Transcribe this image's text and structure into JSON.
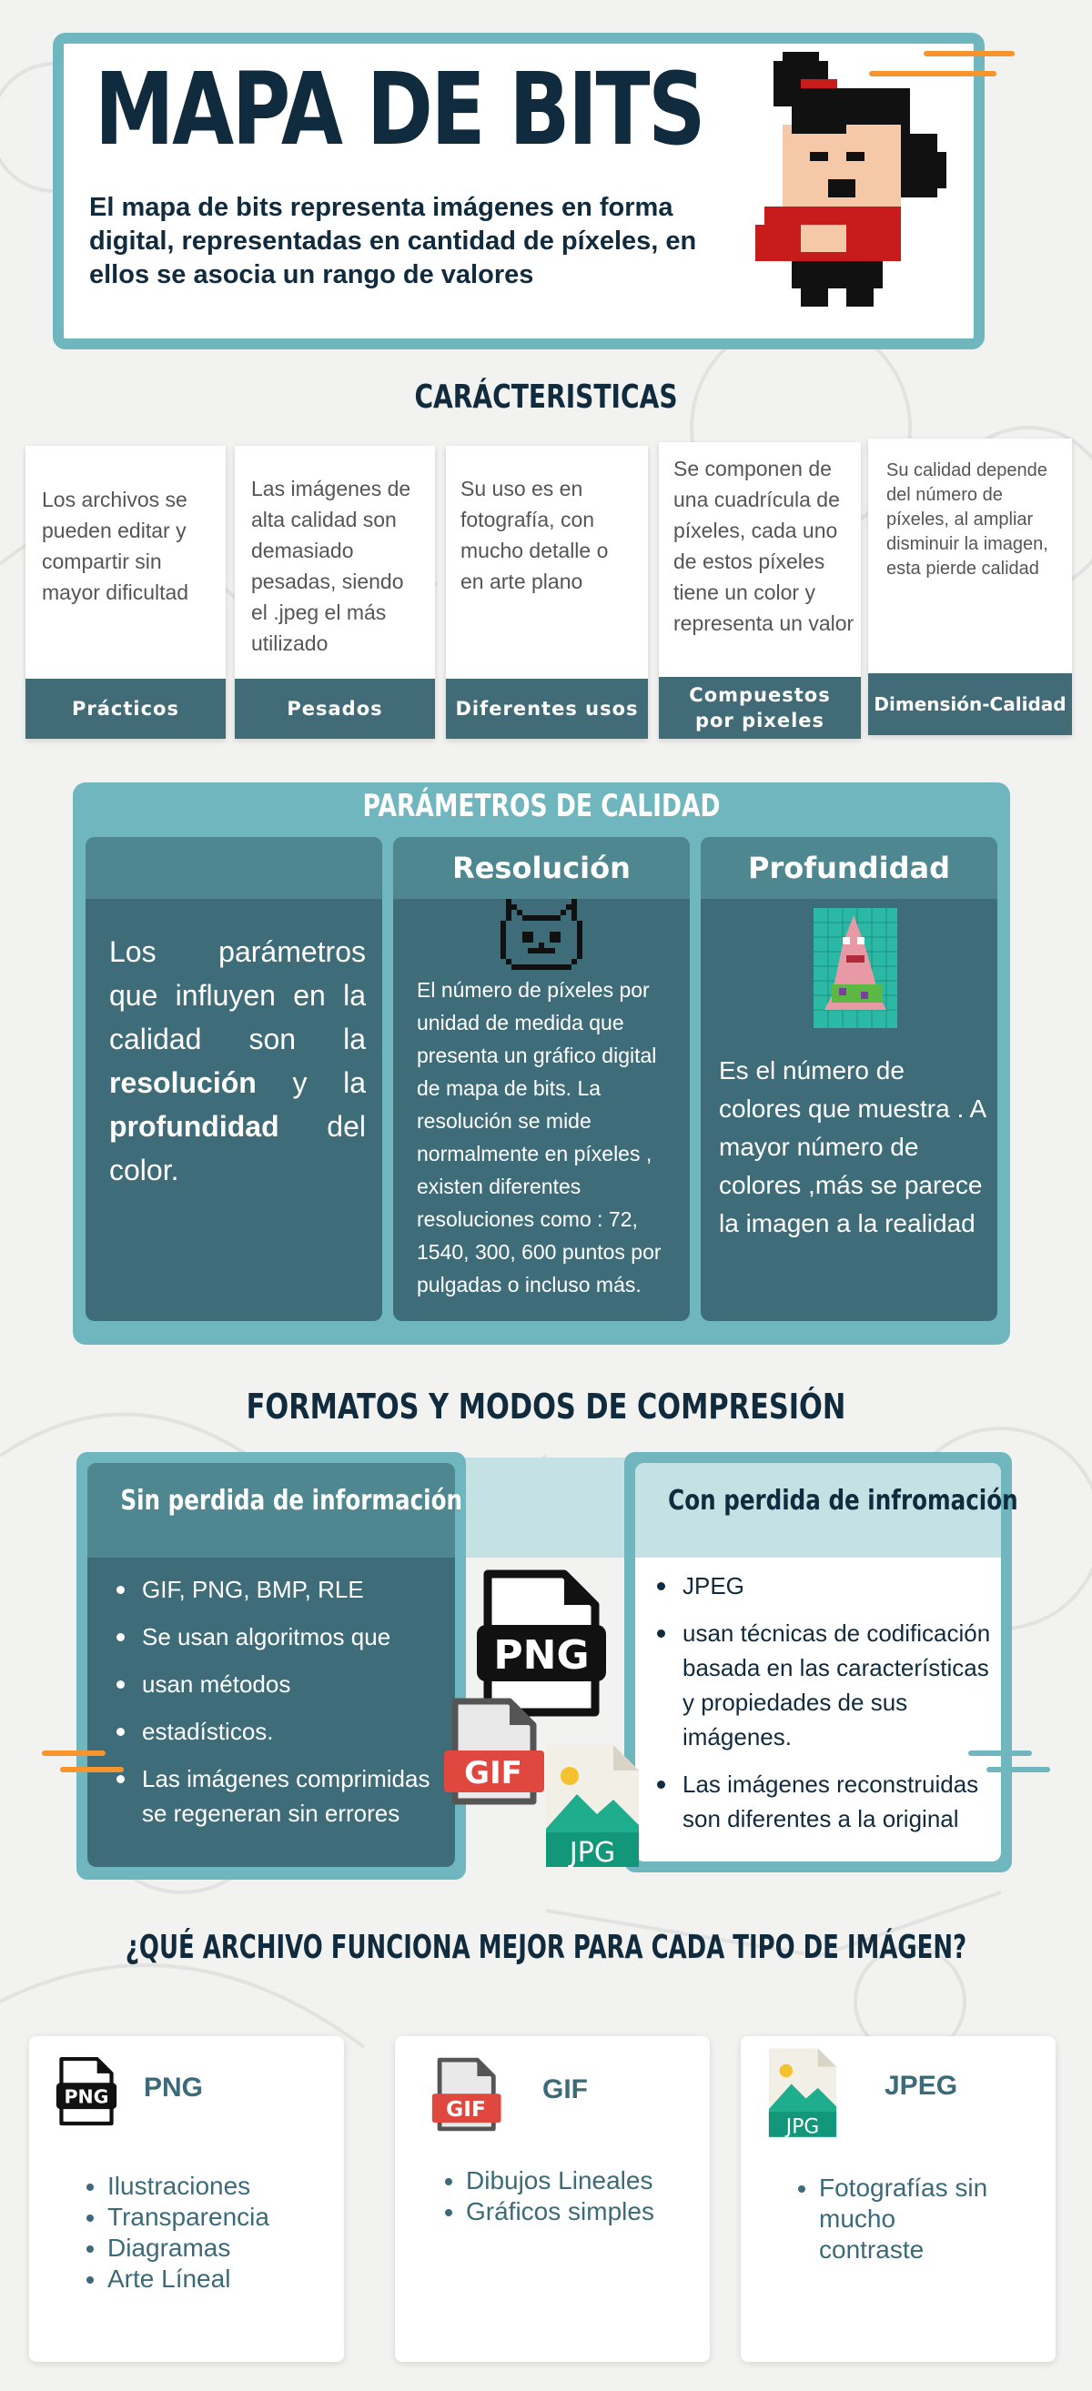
{
  "header": {
    "title": "MAPA DE BITS",
    "description": "El mapa de bits representa imágenes en forma digital, representadas en cantidad de píxeles, en ellos se asocia un rango de valores"
  },
  "characteristics": {
    "title": "CARÁCTERISTICAS",
    "cards": [
      {
        "text": "Los archivos se pueden editar y compartir sin mayor dificultad",
        "label": "Prácticos"
      },
      {
        "text": "Las imágenes de alta calidad son demasiado pesadas, siendo el .jpeg el más utilizado",
        "label": "Pesados"
      },
      {
        "text": "Su uso es en fotografía, con mucho detalle o en arte plano",
        "label": "Diferentes usos"
      },
      {
        "text": "Se componen de una cuadrícula de píxeles, cada uno de estos píxeles tiene un color y representa un valor",
        "label": "Compuestos por pixeles"
      },
      {
        "text": "Su calidad depende del número de píxeles, al ampliar disminuir la imagen, esta pierde calidad",
        "label": "Dimensión-Calidad"
      }
    ]
  },
  "quality": {
    "title": "PARÁMETROS DE CALIDAD",
    "intro_prefix": "Los parámetros que influyen en la calidad son la",
    "intro_bold1": "resolución",
    "intro_mid": "y la",
    "intro_bold2": "profundidad",
    "intro_suffix": "del color.",
    "resolution_title": "Resolución",
    "resolution_text": "El número de píxeles por unidad de medida que presenta un gráfico digital de mapa de bits. La resolución se mide normalmente en píxeles , existen diferentes resoluciones como : 72, 1540, 300, 600 puntos por pulgadas o incluso más.",
    "depth_title": "Profundidad",
    "depth_text": "Es el número de colores que muestra . A mayor número de colores ,más se parece la imagen a la realidad"
  },
  "formats": {
    "title": "FORMATOS Y MODOS DE COMPRESIÓN",
    "lossless_title": "Sin perdida de información",
    "lossless_items": [
      "GIF, PNG, BMP, RLE",
      "Se usan algoritmos que",
      "usan métodos",
      "estadísticos.",
      "Las imágenes comprimidas se regeneran sin errores"
    ],
    "lossy_title": "Con perdida de infromación",
    "lossy_items": [
      "JPEG",
      "usan técnicas de codificación basada en las características y propiedades de sus imágenes.",
      "Las imágenes reconstruidas son diferentes a la original"
    ],
    "icon_png": "PNG",
    "icon_gif": "GIF",
    "icon_jpg": "JPG"
  },
  "best": {
    "title": "¿QUÉ ARCHIVO FUNCIONA MEJOR PARA CADA TIPO DE IMÁGEN?",
    "cards": [
      {
        "name": "PNG",
        "icon": "PNG",
        "items": [
          "Ilustraciones",
          "Transparencia",
          "Diagramas",
          "Arte Líneal"
        ]
      },
      {
        "name": "GIF",
        "icon": "GIF",
        "items": [
          "Dibujos Lineales",
          "Gráficos simples"
        ]
      },
      {
        "name": "JPEG",
        "icon": "JPG",
        "items": [
          "Fotografías sin mucho contraste"
        ]
      }
    ]
  },
  "colors": {
    "teal": "#6fb6bf",
    "dark_teal": "#3e6d79",
    "navy": "#102b3d",
    "orange": "#f7942c"
  }
}
